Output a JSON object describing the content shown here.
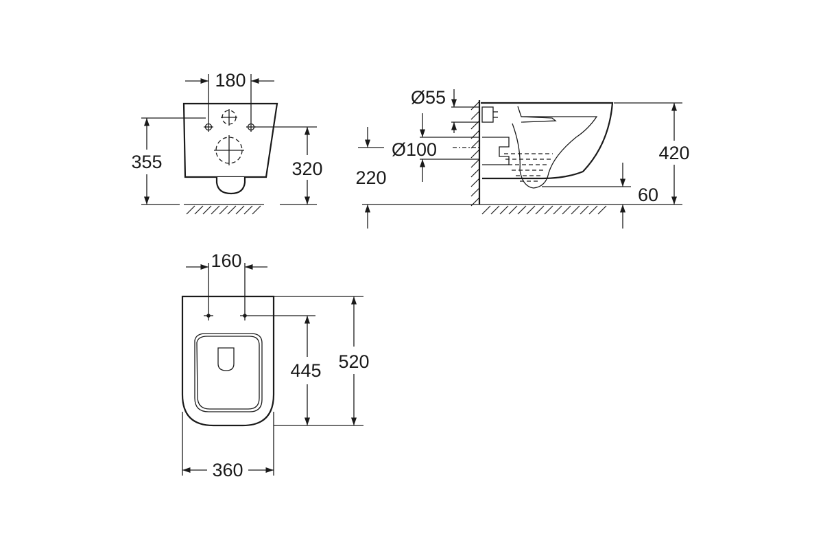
{
  "front_view": {
    "top_spacing": "180",
    "total_height": "355",
    "fixing_height": "320"
  },
  "side_view": {
    "inlet_diameter": "Ø55",
    "outlet_diameter": "Ø100",
    "outlet_height": "220",
    "rim_height": "420",
    "water_depth": "60"
  },
  "top_view": {
    "hole_spacing": "160",
    "inner_length": "445",
    "total_length": "520",
    "width": "360"
  },
  "colors": {
    "line": "#1a1a1a",
    "background": "#ffffff"
  }
}
